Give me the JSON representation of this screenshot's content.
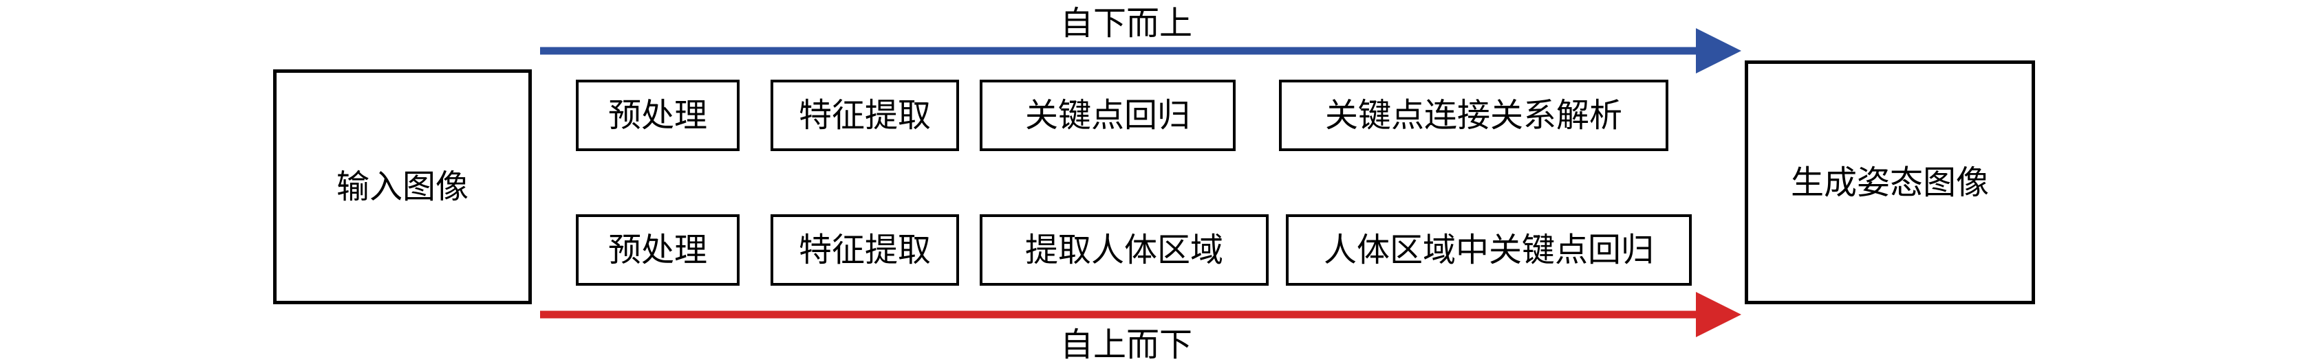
{
  "input_box": {
    "label": "输入图像"
  },
  "output_box": {
    "label": "生成姿态图像"
  },
  "top_flow": {
    "label": "自下而上",
    "color": "#2f52a0",
    "steps": [
      "预处理",
      "特征提取",
      "关键点回归",
      "关键点连接关系解析"
    ]
  },
  "bottom_flow": {
    "label": "自上而下",
    "color": "#d62728",
    "steps": [
      "预处理",
      "特征提取",
      "提取人体区域",
      "人体区域中关键点回归"
    ]
  }
}
